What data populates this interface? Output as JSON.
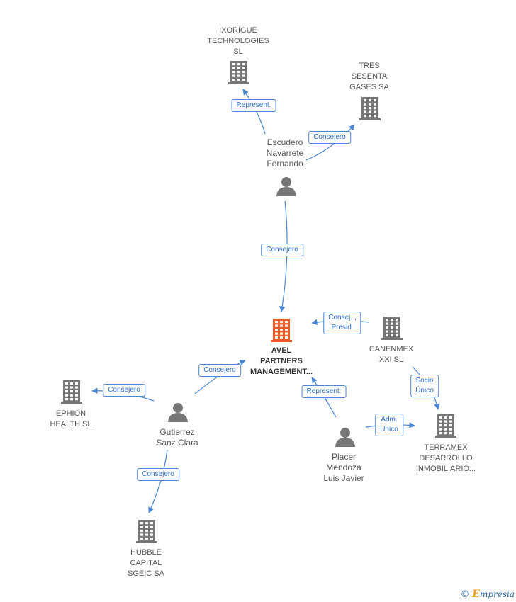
{
  "nodes": {
    "avel": {
      "label": "AVEL\nPARTNERS\nMANAGEMENT...",
      "kind": "company-main",
      "color": "#f05a28"
    },
    "ixorigue": {
      "label": "IXORIGUE\nTECHNOLOGIES\nSL",
      "kind": "company",
      "color": "#777777"
    },
    "tres": {
      "label": "TRES\nSESENTA\nGASES SA",
      "kind": "company",
      "color": "#777777"
    },
    "escudero": {
      "label": "Escudero\nNavarrete\nFernando",
      "kind": "person",
      "color": "#777777"
    },
    "canenmex": {
      "label": "CANENMEX\nXXI SL",
      "kind": "company",
      "color": "#777777"
    },
    "ephion": {
      "label": "EPHION\nHEALTH SL",
      "kind": "company",
      "color": "#777777"
    },
    "gutierrez": {
      "label": "Gutierrez\nSanz Clara",
      "kind": "person",
      "color": "#777777"
    },
    "placer": {
      "label": "Placer\nMendoza\nLuis Javier",
      "kind": "person",
      "color": "#777777"
    },
    "terramex": {
      "label": "TERRAMEX\nDESARROLLO\nINMOBILIARIO...",
      "kind": "company",
      "color": "#777777"
    },
    "hubble": {
      "label": "HUBBLE\nCAPITAL\nSGEIC SA",
      "kind": "company",
      "color": "#777777"
    }
  },
  "edges": [
    {
      "from": "escudero",
      "to": "ixorigue",
      "label": "Represent."
    },
    {
      "from": "escudero",
      "to": "tres",
      "label": "Consejero"
    },
    {
      "from": "escudero",
      "to": "avel",
      "label": "Consejero"
    },
    {
      "from": "canenmex",
      "to": "avel",
      "label": "Consej. ,\nPresid."
    },
    {
      "from": "canenmex",
      "to": "terramex",
      "label": "Socio\nÚnico"
    },
    {
      "from": "gutierrez",
      "to": "avel",
      "label": "Consejero"
    },
    {
      "from": "gutierrez",
      "to": "ephion",
      "label": "Consejero"
    },
    {
      "from": "gutierrez",
      "to": "hubble",
      "label": "Consejero"
    },
    {
      "from": "placer",
      "to": "avel",
      "label": "Represent."
    },
    {
      "from": "placer",
      "to": "terramex",
      "label": "Adm.\nUnico"
    }
  ],
  "colors": {
    "edge": "#4a86d4",
    "edge_text": "#2f6fc9",
    "icon": "#777777",
    "main": "#f05a28"
  },
  "brand": {
    "copyright": "©",
    "name": "mpresia",
    "initial": "E"
  }
}
